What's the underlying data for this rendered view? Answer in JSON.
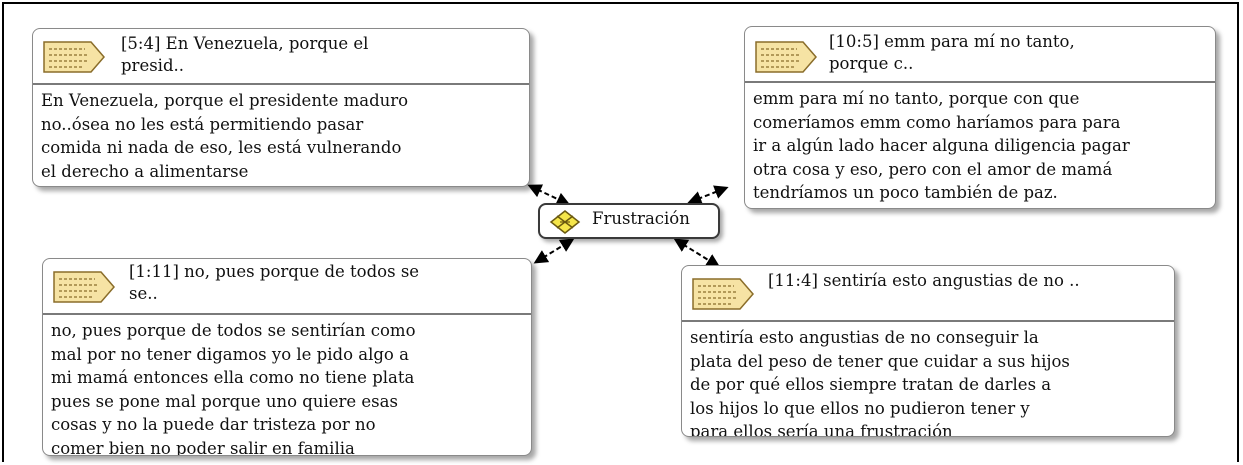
{
  "center": {
    "label": "Frustración",
    "icon": "code-diamond-icon"
  },
  "quotes": [
    {
      "id": "q1",
      "title": "[5:4] En Venezuela, porque el\npresid..",
      "body": "En Venezuela, porque el presidente maduro\nno..ósea no les está permitiendo pasar\ncomida ni nada de eso, les está vulnerando\nel derecho a alimentarse"
    },
    {
      "id": "q2",
      "title": "[10:5] emm para mí no tanto,\nporque c..",
      "body": "emm para mí no tanto, porque con que\ncomeríamos emm como haríamos para para\nir a algún lado hacer alguna diligencia pagar\notra cosa y eso, pero con el amor de mamá\ntendríamos un poco también de paz."
    },
    {
      "id": "q3",
      "title": "[1:11] no, pues porque de todos se\nse..",
      "body": "no, pues porque de todos se sentirían como\nmal por no tener digamos yo le pido algo a\nmi mamá entonces ella como no tiene plata\npues se pone mal porque uno quiere esas\ncosas y no la puede dar tristeza por no\ncomer bien  no poder salir en familia"
    },
    {
      "id": "q4",
      "title": "[11:4] sentiría esto angustias de no ..",
      "body": "sentiría esto angustias de no conseguir la\nplata del peso de tener que cuidar a sus hijos\nde por qué ellos siempre tratan de darles a\nlos hijos lo  que ellos no pudieron tener y\npara ellos sería una frustración"
    }
  ],
  "colors": {
    "doc_icon_fill": "#f6e3a4",
    "doc_icon_stroke": "#8a6d2a",
    "diamond_fill": "#f5e64a"
  }
}
